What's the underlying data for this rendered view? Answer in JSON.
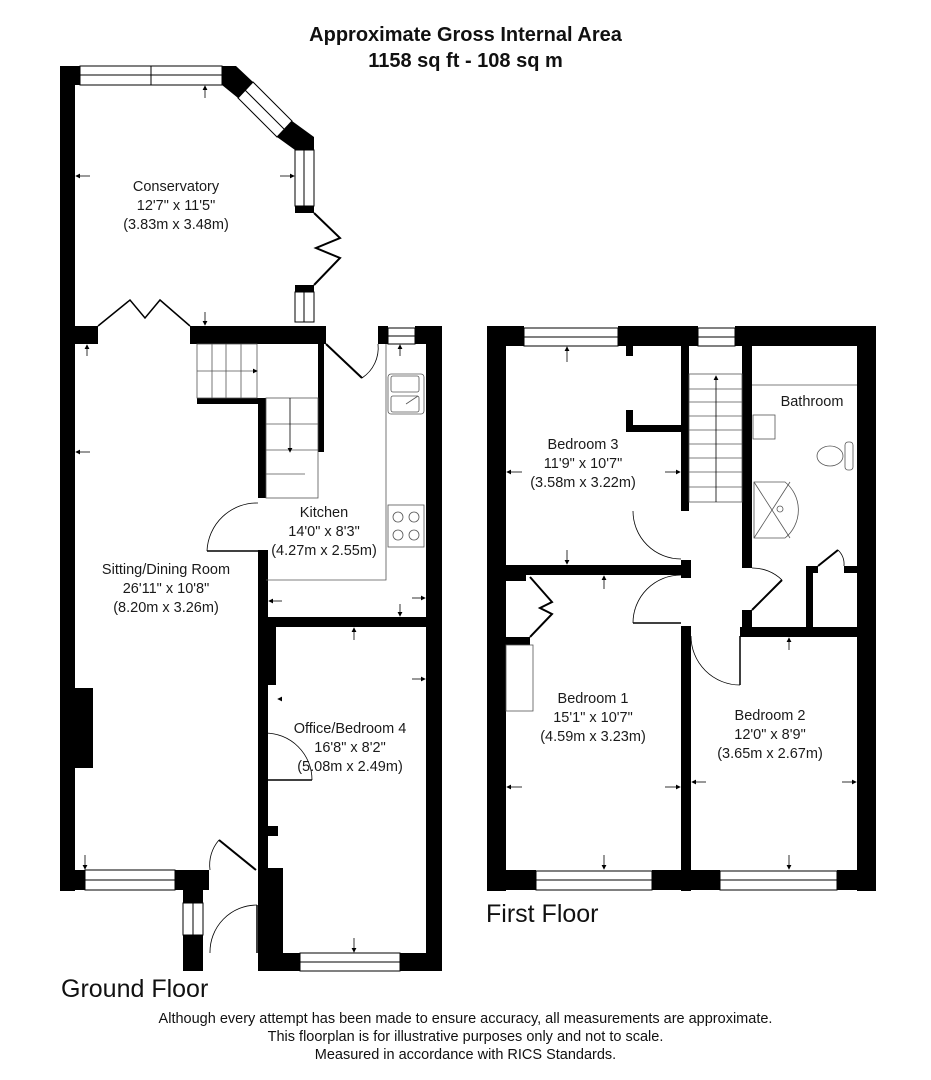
{
  "header": {
    "title_line1": "Approximate Gross Internal Area",
    "title_line2": "1158 sq ft - 108 sq m"
  },
  "floors": {
    "ground": {
      "label": "Ground Floor",
      "rooms": [
        {
          "name": "Conservatory",
          "imperial": "12'7\" x 11'5\"",
          "metric": "(3.83m x 3.48m)"
        },
        {
          "name": "Kitchen",
          "imperial": "14'0\" x 8'3\"",
          "metric": "(4.27m x 2.55m)"
        },
        {
          "name": "Sitting/Dining Room",
          "imperial": "26'11\" x 10'8\"",
          "metric": "(8.20m x 3.26m)"
        },
        {
          "name": "Office/Bedroom 4",
          "imperial": "16'8\" x 8'2\"",
          "metric": "(5.08m x 2.49m)"
        }
      ]
    },
    "first": {
      "label": "First Floor",
      "rooms": [
        {
          "name": "Bedroom 3",
          "imperial": "11'9\" x 10'7\"",
          "metric": "(3.58m x 3.22m)"
        },
        {
          "name": "Bathroom",
          "imperial": "",
          "metric": ""
        },
        {
          "name": "Bedroom 1",
          "imperial": "15'1\" x 10'7\"",
          "metric": "(4.59m x 3.23m)"
        },
        {
          "name": "Bedroom 2",
          "imperial": "12'0\" x 8'9\"",
          "metric": "(3.65m x 2.67m)"
        }
      ]
    }
  },
  "footer": {
    "line1": "Although every attempt has been made to ensure accuracy, all measurements are approximate.",
    "line2": "This floorplan is for illustrative purposes only and not to scale.",
    "line3": "Measured in accordance with RICS Standards."
  },
  "colors": {
    "wall": "#000000",
    "background": "#ffffff",
    "fixture_line": "#555555"
  }
}
